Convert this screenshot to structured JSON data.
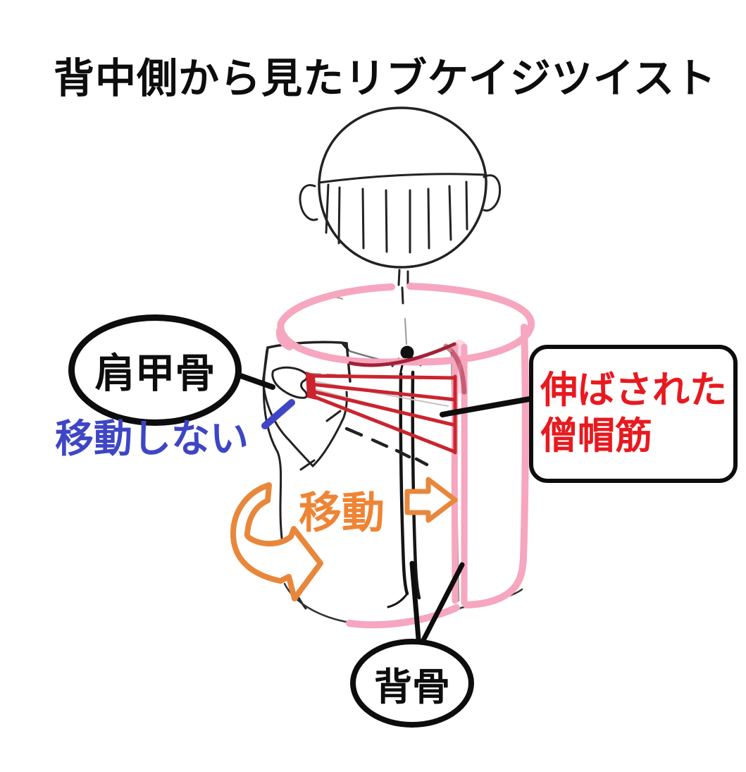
{
  "title": "背中側から見たリブケイジツイスト",
  "labels": {
    "scapula": {
      "text": "肩甲骨"
    },
    "no_move": {
      "text": "移動しない"
    },
    "stretched_trapezius": {
      "line1": "伸ばされた",
      "line2": "僧帽筋"
    },
    "move": {
      "text": "移動"
    },
    "spine": {
      "text": "背骨"
    }
  },
  "colors": {
    "pink": "#F6A6BF",
    "crimson": "#A32036",
    "red": "#CB242E",
    "red_text": "#E8191F",
    "orange": "#E8873B",
    "orange_text": "#EE8434",
    "blue": "#3E46C5",
    "ink": "#0d0d0d"
  },
  "icons": {
    "rotation_arrow": "rotation-arrow",
    "right_arrow": "right-arrow"
  }
}
